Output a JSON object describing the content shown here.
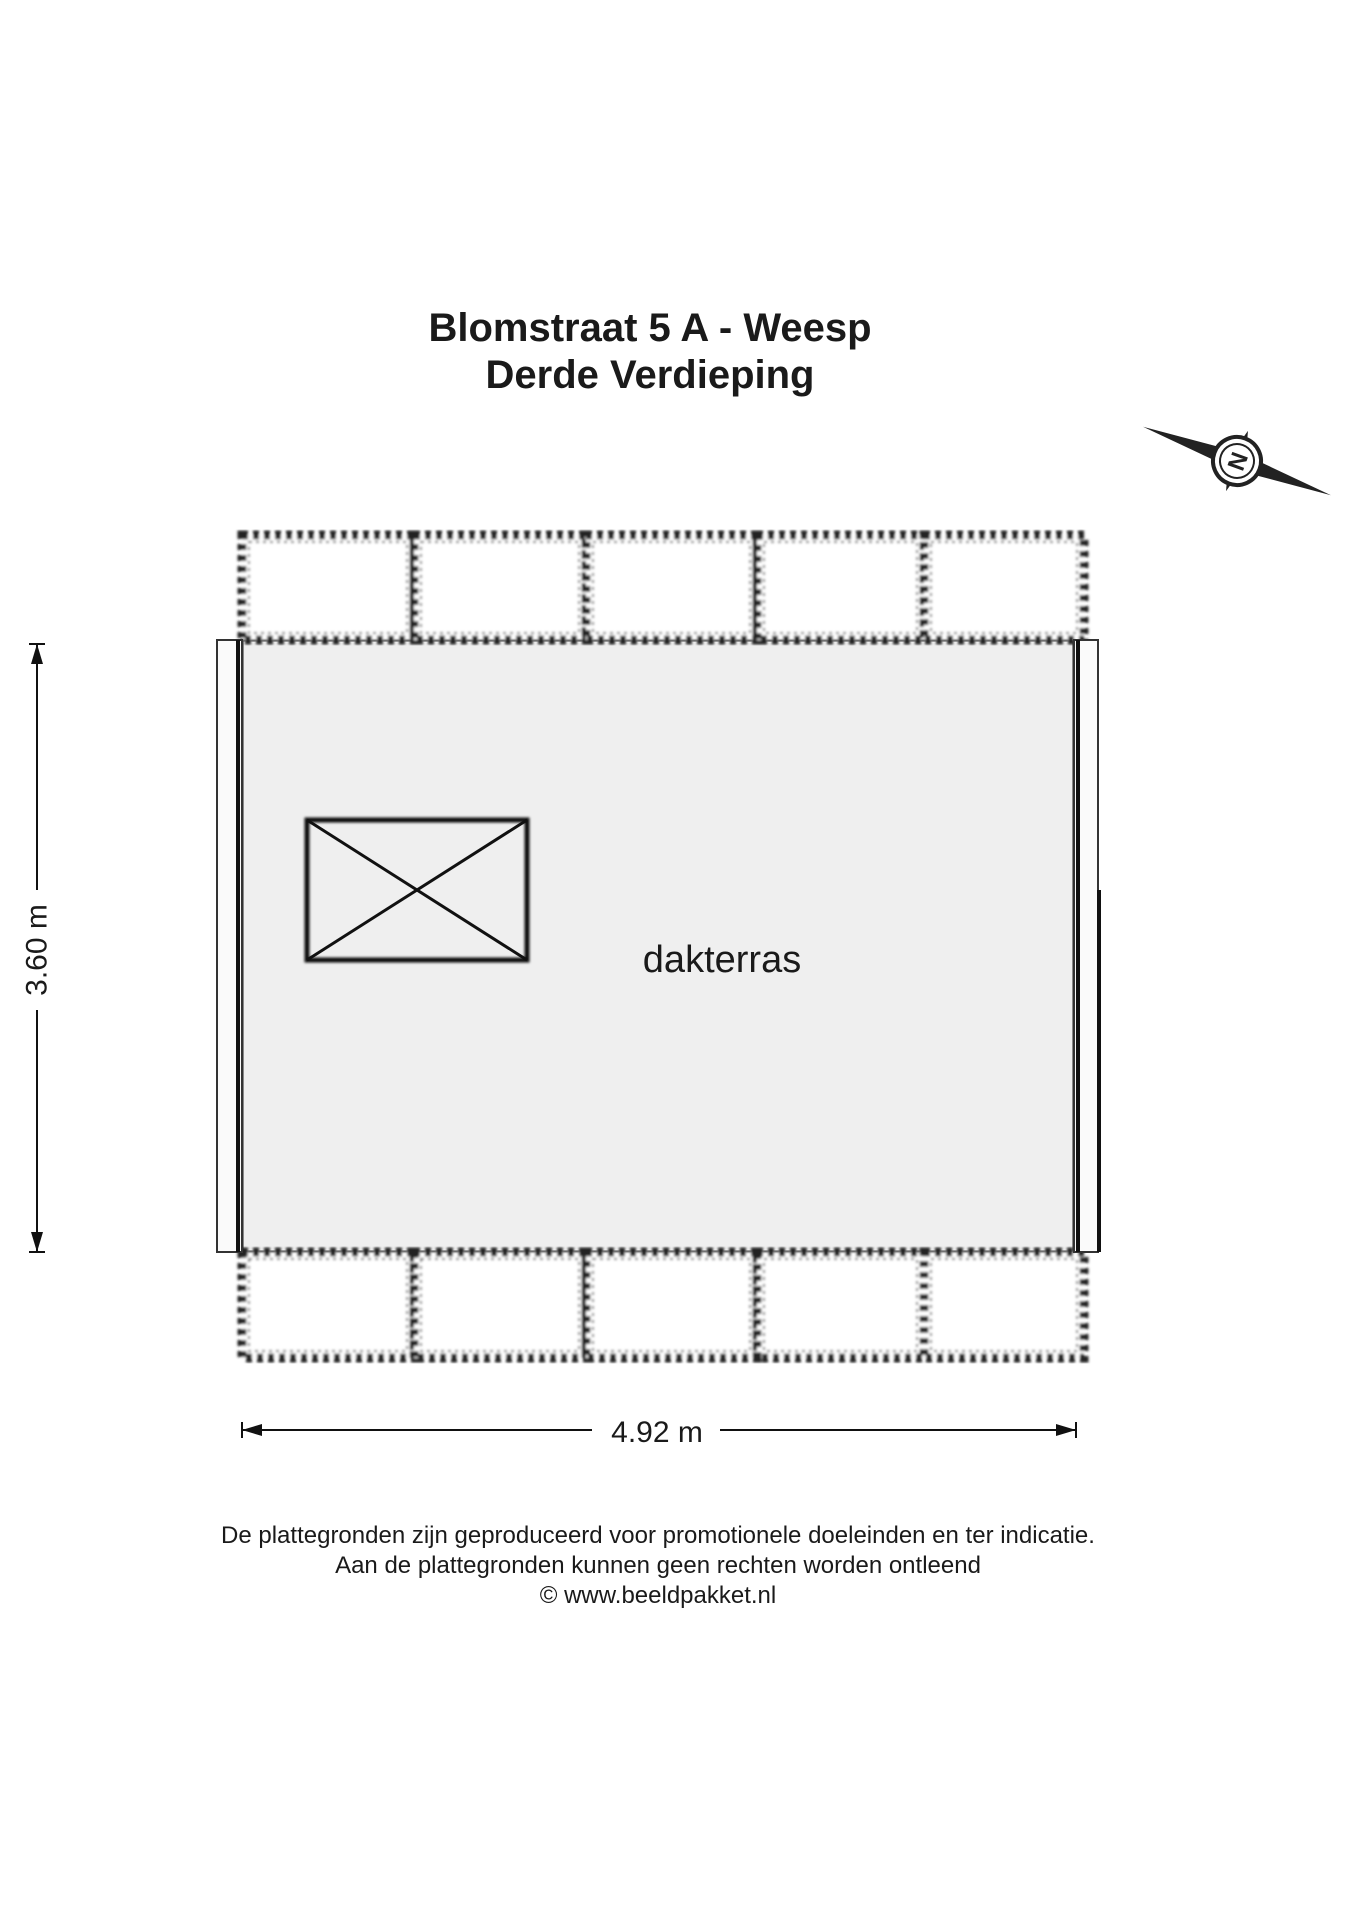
{
  "title": {
    "line1": "Blomstraat 5 A - Weesp",
    "line2": "Derde Verdieping"
  },
  "rooms": [
    {
      "label": "dakterras"
    }
  ],
  "dimensions": {
    "width": "4.92 m",
    "height": "3.60 m"
  },
  "compass": {
    "label": "N",
    "icon": "north-arrow-icon"
  },
  "disclaimer": {
    "line1": "De plattegronden zijn geproduceerd voor promotionele doeleinden en ter indicatie.",
    "line2": "Aan de plattegronden kunnen geen rechten worden ontleend",
    "line3": "© www.beeldpakket.nl"
  },
  "colors": {
    "floor": "#efefef",
    "wall": "#222222"
  }
}
